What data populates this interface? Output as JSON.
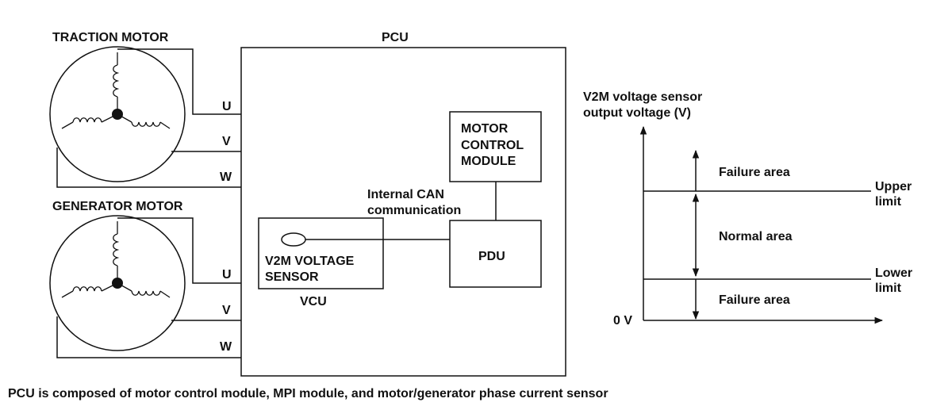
{
  "traction_motor": {
    "title": "TRACTION MOTOR",
    "phases": [
      "U",
      "V",
      "W"
    ]
  },
  "generator_motor": {
    "title": "GENERATOR MOTOR",
    "phases": [
      "U",
      "V",
      "W"
    ]
  },
  "pcu": {
    "title": "PCU",
    "motor_control_module": [
      "MOTOR",
      "CONTROL",
      "MODULE"
    ],
    "can_label": [
      "Internal CAN",
      "communication"
    ],
    "pdu": "PDU",
    "sensor": [
      "V2M VOLTAGE",
      "SENSOR"
    ],
    "vcu": "VCU"
  },
  "graph": {
    "y_label": [
      "V2M voltage sensor",
      "output voltage (V)"
    ],
    "zero": "0 V",
    "upper_limit": [
      "Upper",
      "limit"
    ],
    "lower_limit": [
      "Lower",
      "limit"
    ],
    "failure_top": "Failure area",
    "normal": "Normal area",
    "failure_bottom": "Failure area"
  },
  "caption": "PCU is composed of motor control module, MPI module, and motor/generator phase current sensor",
  "colors": {
    "line": "#111111",
    "background": "#ffffff"
  }
}
